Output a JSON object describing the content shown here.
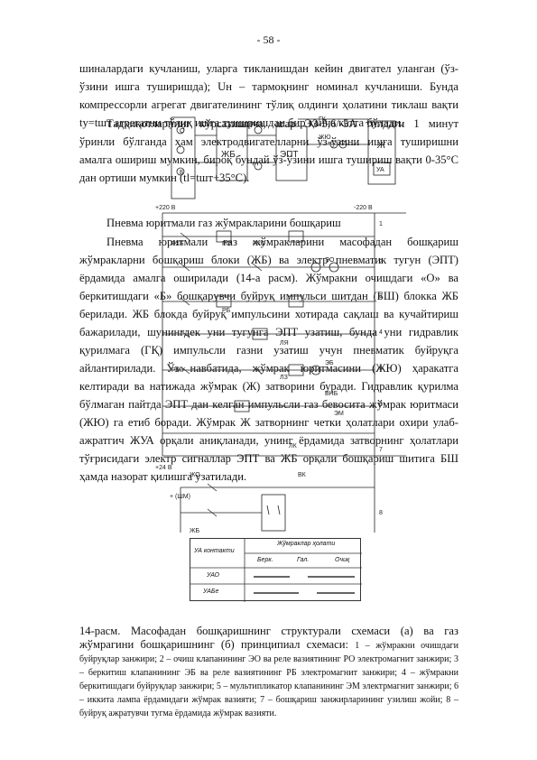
{
  "page": {
    "number": "- 58 -"
  },
  "text": {
    "p1": "шиналардаги кучланиш, уларга тикланишдан кейин двигател уланган (ўз-ўзини ишга туширишда); Uн – тармоқнинг номинал кучланиши. Бунда компрессорли агрегат двигателининг тўлиқ олдинги ҳолатини тиклаш вақти ty=tшт агрегатни тўлиқ ишга туширишдан бир қанча катта бўлади.",
    "p2": "Тадқиқотларнинг кўрсатишича, агар ЭЗ-5,6/-5А типдаги 1 минут ўринли бўлганда ҳам электродвигателларни ўз-ўзини ишга туширишни амалга ошириш мумкин, бироқ бундай ўз-ўзини ишга тушириш вақти 0-35°С дан ортиши мумкин (tl=tшт+35°С).",
    "p3": "Пневма юритмали газ жўмракларини бошқариш",
    "p4": "Пневма юритмали газ жўмракларини масофадан бошқариш жўмракларни бошқариш блоки (ЖБ) ва электр пневматик тугун (ЭПТ) ёрдамида амалга оширилади (14-а расм). Жўмракни очишдаги «О» ва беркитишдаги «Б» бошқарувчи буйруқ импульси шитдан (БШ) блокка ЖБ берилади. ЖБ блокда буйруқ импульсини хотирада сақлаш ва кучайтириш бажарилади, шунингдек уни тугунга ЭПТ узатиш, бунда уни гидравлик қурилмага (ГҚ) импульсли газни узатиш учун пневматик буйруқга айлантирилади. Ўз навбатида, жўмрак юритмасини (ЖЮ) ҳаракатга келтиради ва натижада жўмрак (Ж) затворини буради. Гидравлик қурилма бўлмаган пайтда ЭПТ дан келган импульсли газ бевосита жўмрак юритмаси (ЖЮ) га етиб боради. Жўмрак Ж затворнинг четки ҳолатлари охири улаб-ажратгич ЖУА орқали аниқланади, унинг ёрдамида затворнинг ҳолатлари тўғрисидаги электр сигналлар ЭПТ ва ЖБ орқали бошқариш шитига БШ ҳамда назорат қилишга узатилади."
  },
  "schematic": {
    "block_labels": [
      "ЖБ",
      "ЭПТ",
      "Ж",
      "ГҚ",
      "ЖЮ",
      "УА",
      "БШ"
    ],
    "wire_labels": [
      "+220 В",
      "-220 В",
      "+24 В",
      "РХБ",
      "РО",
      "РХО",
      "РБ",
      "ЭО",
      "ЭБ",
      "ЛЯ",
      "ЛЗ",
      "ЭМ",
      "ЖО",
      "ЖБ",
      "ВК",
      "ВНБ",
      "РМУ",
      "+ (ШМ)",
      "ЛК"
    ],
    "terminal_labels": [
      "О",
      "Б",
      "1",
      "2",
      "3",
      "4",
      "5",
      "6",
      "7",
      "8"
    ]
  },
  "contact_table": {
    "header_left": "УА контакти",
    "header_right": "Жўмраклар ҳолати",
    "columns": [
      "Берк.",
      "Гал.",
      "Очиқ"
    ],
    "rows": [
      "УАО",
      "УАБе"
    ]
  },
  "caption": {
    "main": "14-расм. Масофадан бошқаришнинг структурали схемаси (а) ва газ жўмрагини бошқаришнинг (б) принципиал схемаси:",
    "legend": "1 – жўмракни очишдаги буйруқлар занжири; 2 – очиш клапанининг ЭО ва реле вазиятининг РО электромагнит занжири; 3 – беркитиш клапанининг ЭБ ва реле вазиятининг РБ электромагнит занжири; 4 – жўмракни беркитишдаги буйруқлар занжири; 5 – мультипликатор клапанининг ЭМ электрмагнит занжири; 6 – иккита лампа ёрдамидаги жўмрак вазияти; 7 – бошқариш занжирларининг узилиш жойи; 8 – буйруқ ажратувчи тугма ёрдамида жўмрак вазияти."
  }
}
